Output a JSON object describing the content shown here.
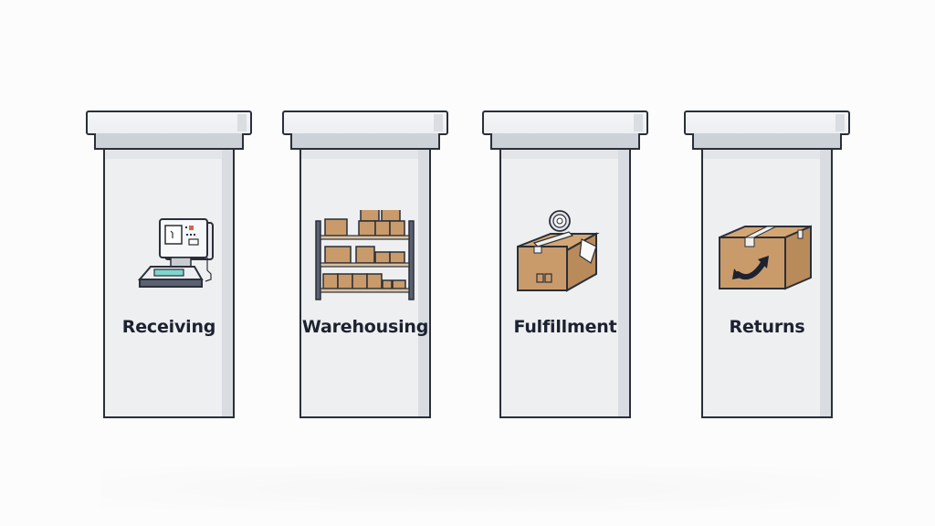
{
  "diagram": {
    "type": "process-pillars",
    "background": "#fcfcfc",
    "colors": {
      "outline": "#2a2f38",
      "pillar_fill": "#eeeff1",
      "cap_fill": "#f0f1f4",
      "neck_fill": "#cdd1d8",
      "cardboard": "#c99b6b",
      "label_text": "#1c2230"
    },
    "pillars": [
      {
        "label": "Receiving",
        "icon": "scanner-terminal-icon"
      },
      {
        "label": "Warehousing",
        "icon": "shelving-boxes-icon"
      },
      {
        "label": "Fulfillment",
        "icon": "taped-box-icon"
      },
      {
        "label": "Returns",
        "icon": "return-box-icon"
      }
    ]
  }
}
